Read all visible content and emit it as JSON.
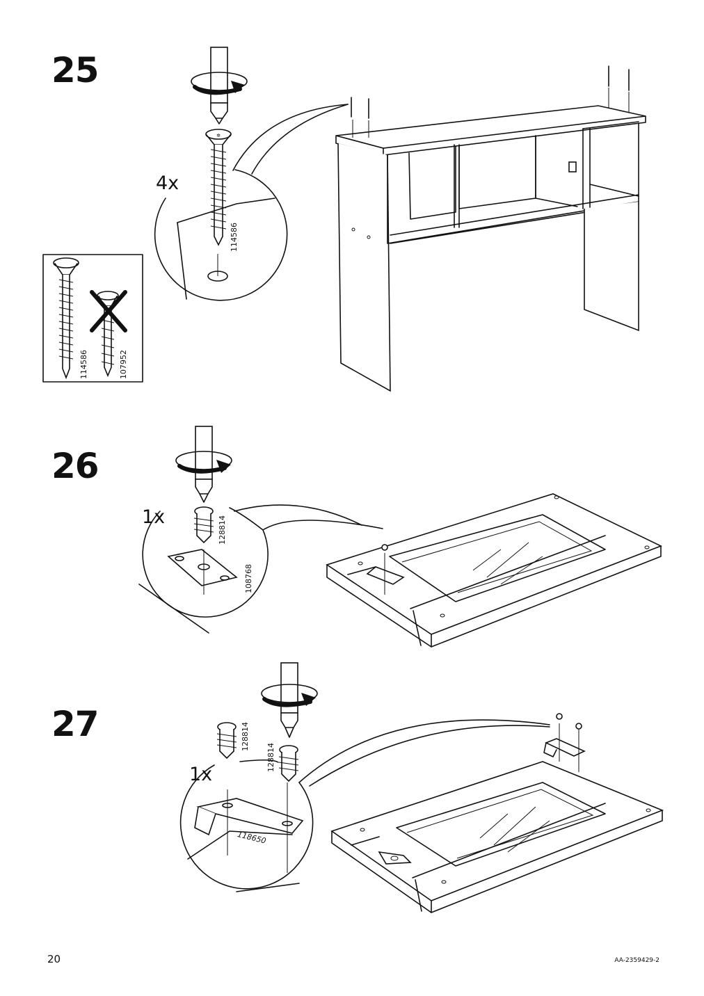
{
  "steps": [
    {
      "number": "25",
      "quantity": "4x",
      "screw_label": "114586",
      "comparison": {
        "correct_label": "114586",
        "wrong_label": "107952"
      }
    },
    {
      "number": "26",
      "quantity": "1x",
      "screw_label": "128814",
      "plate_label": "108768"
    },
    {
      "number": "27",
      "quantity": "1x",
      "screw_label_a": "128814",
      "screw_label_b": "128814",
      "bracket_label": "118650"
    }
  ],
  "footer": {
    "page_number": "20",
    "doc_code": "AA-2359429-2"
  },
  "icons": [
    "screwdriver-rotate-icon",
    "screw-icon",
    "do-not-use-cross-icon",
    "magnify-callout-icon"
  ],
  "colors": {
    "ink": "#111111",
    "paper": "#ffffff"
  }
}
